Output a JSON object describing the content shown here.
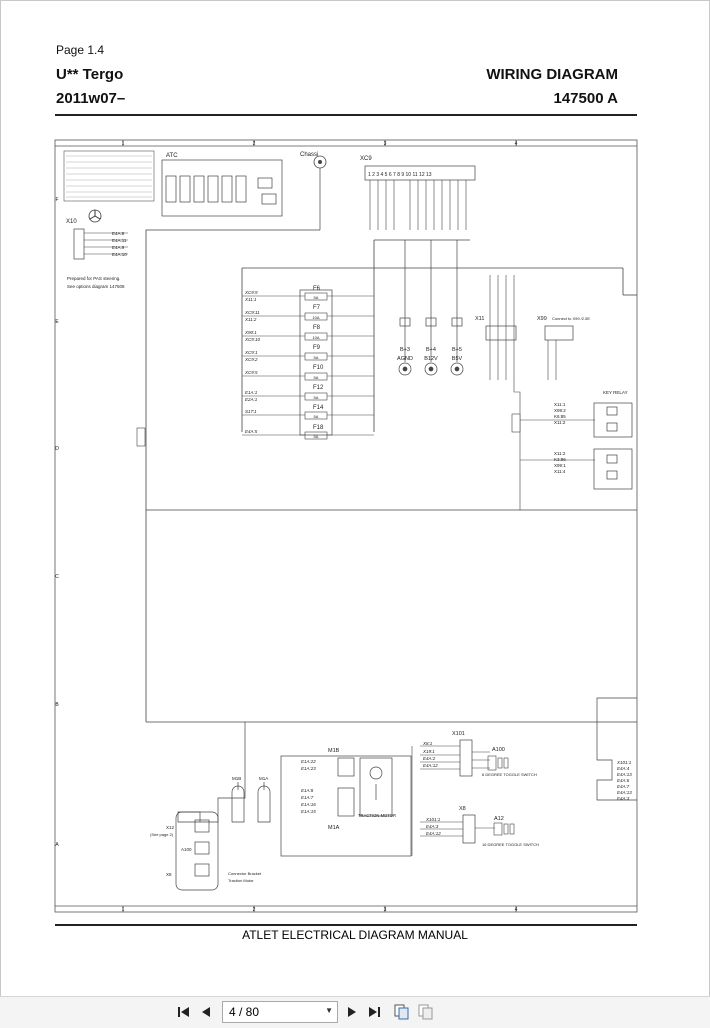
{
  "header": {
    "page_label": "Page 1.4",
    "model": "U** Tergo",
    "date_code": "2011w07–",
    "doc_type": "WIRING DIAGRAM",
    "doc_number": "147500 A"
  },
  "footer": {
    "text": "ATLET ELECTRICAL DIAGRAM MANUAL"
  },
  "diagram": {
    "grid_cols": [
      "1",
      "2",
      "3",
      "4"
    ],
    "grid_rows": [
      "F",
      "E",
      "D",
      "C",
      "B",
      "A"
    ],
    "components": {
      "atc": "ATC",
      "chassi": "Chassi",
      "xc9": "XC9",
      "x10": "X10",
      "x11": "X11",
      "x99": "X99",
      "key_relay": "KEY RELAY",
      "x101": "X101",
      "x8": "X8",
      "a100": "A100",
      "a12": "A12",
      "m1b": "M1B",
      "m1a": "M1A",
      "traction_motor": "TRACTION MOTOR",
      "connector_bracket": "Connector Bracket",
      "connector_bracket_2": "Traction Motor",
      "toggle_6deg": "6 DEGREE TOGGLE SWITCH",
      "toggle_16deg": "16 DEGREE TOGGLE SWITCH",
      "x99_note": "Connect to X99 /2.5E",
      "x10_note_1": "Prepared for PAS steering.",
      "x10_note_2": "See options diagram 147508"
    },
    "fuses": [
      "F6",
      "F7",
      "F8",
      "F9",
      "F10",
      "F12",
      "F14",
      "F18"
    ],
    "fuse_ratings": [
      "5A",
      "10A",
      "10A",
      "5A",
      "5A",
      "5A",
      "5A",
      "5A"
    ],
    "terminals": [
      {
        "name": "B+3",
        "sub": "AGND"
      },
      {
        "name": "B+4",
        "sub": "B12V"
      },
      {
        "name": "B+5",
        "sub": "B5V"
      }
    ],
    "fuse_inputs": [
      "XC9:9",
      "X11:1",
      "XC9:11",
      "X11:2",
      "X90:1",
      "XC9:10",
      "XC9:1",
      "XC9:2",
      "XC9:5",
      "E1A:1",
      "E2A:1",
      "S1T:1",
      "E4A:5"
    ],
    "xc9_pins": "1 2 3 4 5 6 7 8 9 10 11 12 13",
    "x10_pins": [
      "E4A:8",
      "E4A:11",
      "E4A:9",
      "E4A:10"
    ],
    "m1b_pins": [
      "E1A:22",
      "E1A:23"
    ],
    "m1a_pins": [
      "E1A:8",
      "E1A:7",
      "E1A:16",
      "E1A:15"
    ],
    "x101_pins": [
      "X8:1",
      "X19:1",
      "E4A:2",
      "E4A:12"
    ],
    "x8_pins": [
      "X101:1",
      "E4A:3",
      "E4A:12"
    ],
    "right_list": [
      "X101:1",
      "E4A:4",
      "E4A:13",
      "E4A:6",
      "E4A:7",
      "E4A:13",
      "E4A:3"
    ],
    "relay_top_pins": [
      "X11:1",
      "X99:2",
      "K6:85",
      "X11:2"
    ],
    "relay_bottom_pins": [
      "X11:2",
      "K3:86",
      "X99:1",
      "X11:4"
    ],
    "x12_label": "X12",
    "x12_note": "(See page 2)",
    "a100_label": "A100",
    "x8_left_label": "X8"
  },
  "toolbar": {
    "page_indicator": "4 / 80",
    "icons": [
      "first-page-icon",
      "prev-page-icon",
      "next-page-icon",
      "last-page-icon",
      "single-page-view-icon",
      "double-page-view-icon"
    ]
  }
}
